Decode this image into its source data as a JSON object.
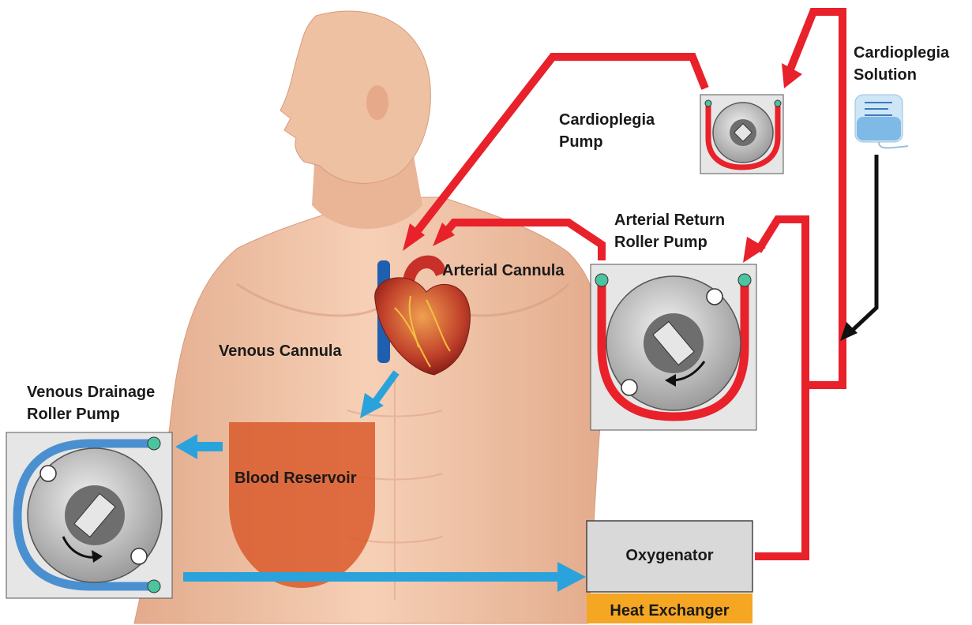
{
  "labels": {
    "cardioplegia_solution_l1": "Cardioplegia",
    "cardioplegia_solution_l2": "Solution",
    "cardioplegia_pump_l1": "Cardioplegia",
    "cardioplegia_pump_l2": "Pump",
    "arterial_pump_l1": "Arterial Return",
    "arterial_pump_l2": "Roller Pump",
    "arterial_cannula": "Arterial Cannula",
    "venous_cannula": "Venous Cannula",
    "venous_pump_l1": "Venous Drainage",
    "venous_pump_l2": "Roller Pump",
    "blood_reservoir": "Blood Reservoir",
    "oxygenator": "Oxygenator",
    "heat_exchanger": "Heat Exchanger"
  },
  "colors": {
    "arterial_line": "#e8212a",
    "venous_line": "#2aa3dc",
    "reservoir": "#d95a2b",
    "oxygenator_fill": "#d9d9d9",
    "heat_exchanger_fill": "#f5a623",
    "skin": "#f1c3a4",
    "pump_housing": "#e6e6e6",
    "pump_rotor": "#c9c9c9"
  }
}
